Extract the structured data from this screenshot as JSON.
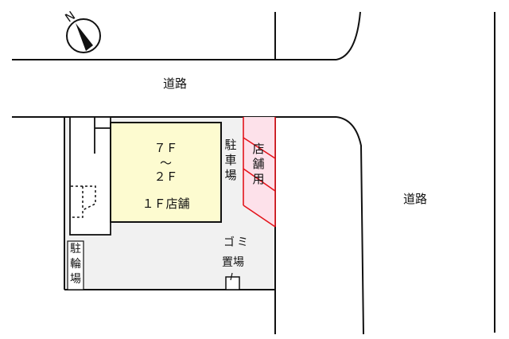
{
  "compass": {
    "label": "N",
    "icon": "north-arrow-icon"
  },
  "roads": {
    "top": "道路",
    "right": "道路"
  },
  "building": {
    "upper_floors_top": "７Ｆ",
    "range_symbol": "～",
    "upper_floors_bottom": "２Ｆ",
    "ground_floor": "１Ｆ店舗",
    "fill_color": "#fdfbd0"
  },
  "parking": {
    "label": "駐車場"
  },
  "shop_parking": {
    "label": "店舗用",
    "fill_color": "#fde1ea",
    "line_color": "#e3141b"
  },
  "bicycle_parking": {
    "label": "駐輪場"
  },
  "garbage_area": {
    "label_line1": "ゴミ",
    "label_line2": "置場"
  },
  "site": {
    "fill_color": "#f1f1f1"
  }
}
